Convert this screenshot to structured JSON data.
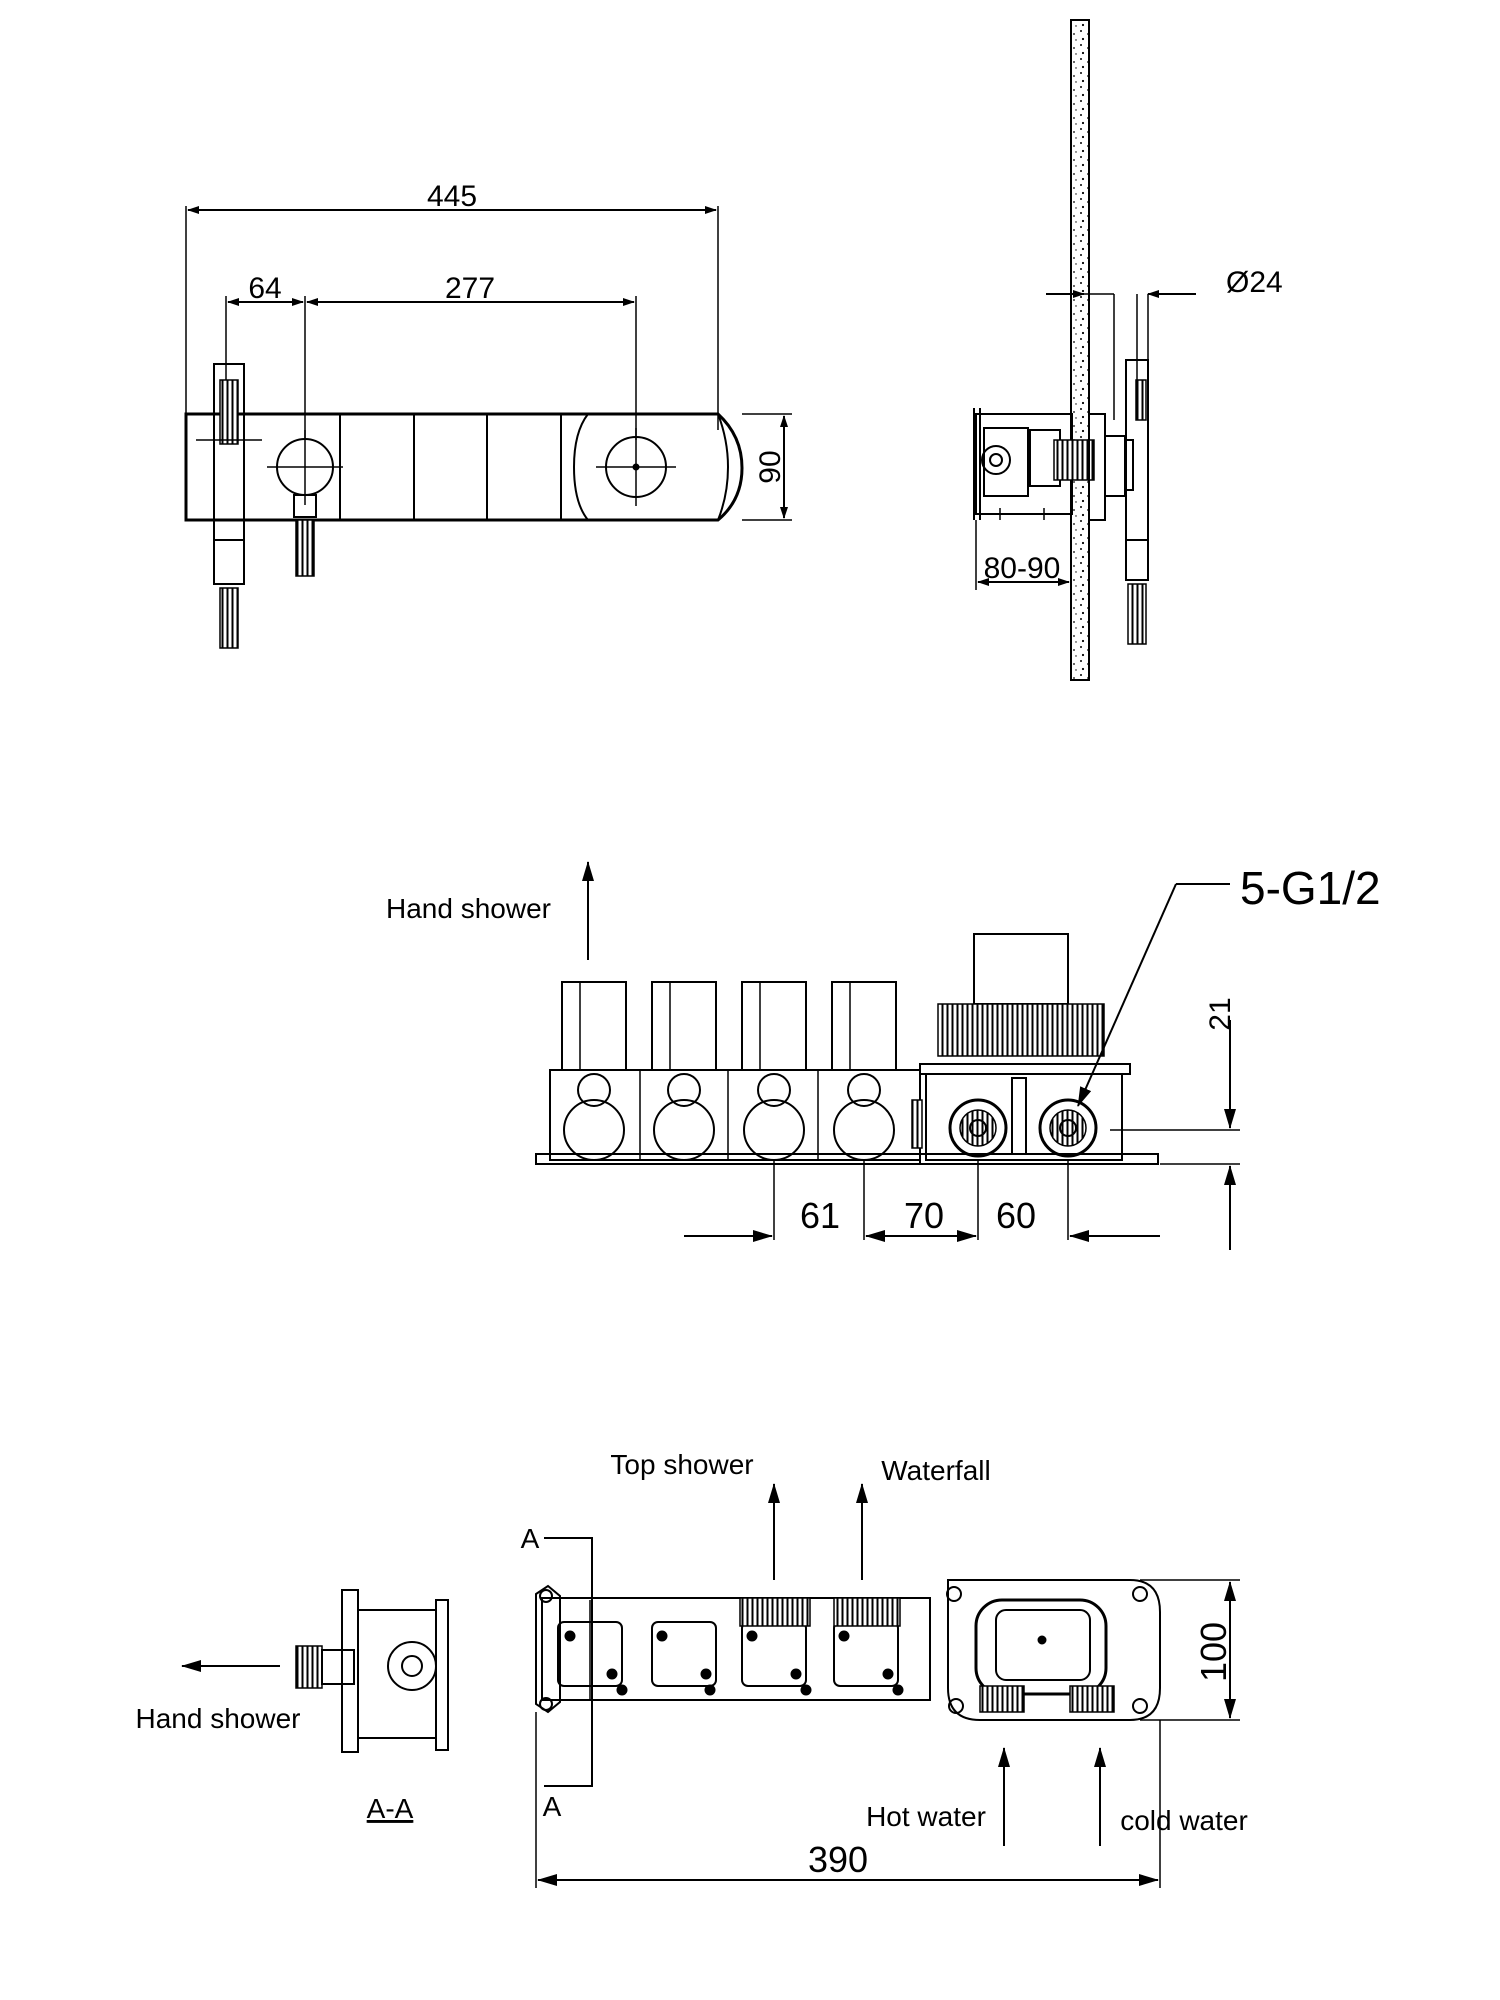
{
  "front_view": {
    "dim_overall_width": "445",
    "dim_hand_shower_offset": "64",
    "dim_outlet_spacing": "277",
    "dim_height": "90"
  },
  "side_view": {
    "dim_diameter": "Ø24",
    "dim_wall_depth": "80-90"
  },
  "rear_view": {
    "label_hand_shower": "Hand shower",
    "callout_thread": "5-G1/2",
    "dim_21": "21",
    "dim_61": "61",
    "dim_70": "70",
    "dim_60": "60"
  },
  "top_view": {
    "label_top_shower": "Top shower",
    "label_waterfall": "Waterfall",
    "label_hot_water": "Hot water",
    "label_cold_water": "cold water",
    "label_hand_shower": "Hand  shower",
    "section_mark_top": "A",
    "section_mark_bottom": "A",
    "dim_100": "100",
    "dim_390": "390",
    "section_label": "A-A"
  }
}
